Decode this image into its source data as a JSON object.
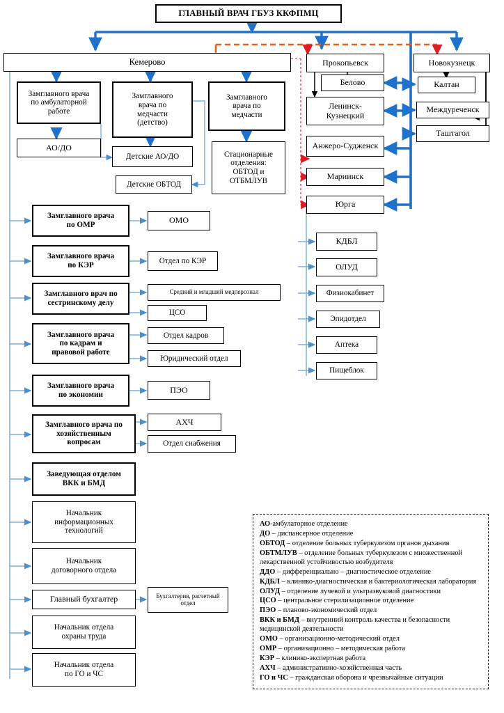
{
  "title_box": {
    "label": "ГЛАВНЫЙ ВРАЧ ГБУЗ ККФПМЦ"
  },
  "branches": {
    "kemerovo": {
      "label": "Кемерово"
    },
    "prokopyevsk": {
      "label": "Прокопьевск"
    },
    "novokuznetsk": {
      "label": "Новокузнецк"
    },
    "belovo": {
      "label": "Белово"
    },
    "kaltan": {
      "label": "Калтан"
    },
    "leninsk_kuznetsky": {
      "label": "Ленинск-\nКузнецкий"
    },
    "mezhdurechensk": {
      "label": "Междуреченск"
    },
    "anzhero_sudzhensk": {
      "label": "Анжеро-Судженск"
    },
    "tashtagol": {
      "label": "Таштагол"
    },
    "mariinsk": {
      "label": "Мариинск"
    },
    "yurga": {
      "label": "Юрга"
    }
  },
  "kemerovo_deputies": {
    "ambulatory": {
      "label": "Замглавного врача\nпо амбулаторной\nработе"
    },
    "medchast_child": {
      "label": "Замглавного\nврача по\nмедчасти\n(детство)"
    },
    "medchast": {
      "label": "Замглавного\nврача по\nмедчасти"
    },
    "ao_do": {
      "label": "АО/ДО"
    },
    "children_ao_do": {
      "label": "Детские АО/ДО"
    },
    "children_obtod": {
      "label": "Детские ОБТОД"
    },
    "inpatient": {
      "label": "Стационарные\nотделения:\nОБТОД и\nОТБМЛУВ"
    }
  },
  "deputies": [
    {
      "label": "Замглавного врача\nпо ОМР"
    },
    {
      "label": "Замглавного врача\nпо КЭР"
    },
    {
      "label": "Замглавного врач по\nсестринскому делу"
    },
    {
      "label": "Замглавного врача\nпо кадрам и\nправовой работе"
    },
    {
      "label": "Замглавного врача\nпо экономии"
    },
    {
      "label": "Замглавного врача по\nхозяйственным\nвопросам"
    },
    {
      "label": "Заведующая отделом\nВКК и БМД"
    },
    {
      "label": "Начальник\nинформационных\nтехнологий"
    },
    {
      "label": "Начальник\nдоговорного отдела"
    },
    {
      "label": "Главный бухгалтер"
    },
    {
      "label": "Начальник отдела\nохраны труда"
    },
    {
      "label": "Начальник отдела\nпо ГО и ЧС"
    }
  ],
  "deputy_units": {
    "omo": {
      "label": "ОМО"
    },
    "ker_dept": {
      "label": "Отдел по КЭР"
    },
    "nursing_staff": {
      "label": "Средний и младший медперсонал"
    },
    "cso": {
      "label": "ЦСО"
    },
    "hr_dept": {
      "label": "Отдел кадров"
    },
    "legal_dept": {
      "label": "Юридический отдел"
    },
    "peo": {
      "label": "ПЭО"
    },
    "ahch": {
      "label": "АХЧ"
    },
    "supply_dept": {
      "label": "Отдел снабжения"
    },
    "accounting": {
      "label": "Бухгалтерия, расчетный\nотдел"
    }
  },
  "services": [
    {
      "label": "КДБЛ"
    },
    {
      "label": "ОЛУД"
    },
    {
      "label": "Физиокабинет"
    },
    {
      "label": "Эпидотдел"
    },
    {
      "label": "Аптека"
    },
    {
      "label": "Пищеблок"
    }
  ],
  "legend": {
    "items": [
      {
        "term": "АО",
        "sep": "-",
        "def": "амбулаторное отделение"
      },
      {
        "term": "ДО",
        "sep": " – ",
        "def": "диспансерное отделение"
      },
      {
        "term": "ОБТОД",
        "sep": " – ",
        "def": "отделение больных туберкулезом органов дыхания"
      },
      {
        "term": "ОБТМЛУВ",
        "sep": " – ",
        "def": "отделение больных туберкулезом с множественной лекарственной устойчивостью возбудителя"
      },
      {
        "term": "ДДО",
        "sep": " – ",
        "def": "дифференциально – диагностическое отделение"
      },
      {
        "term": "КДБЛ",
        "sep": " – ",
        "def": "клинико-диагностическая и бактериологическая лаборатория"
      },
      {
        "term": "ОЛУД",
        "sep": " – ",
        "def": "отделение лучевой и ультразвуковой диагностики"
      },
      {
        "term": "ЦСО",
        "sep": " – ",
        "def": "центральное стерилизационное отделение"
      },
      {
        "term": "ПЭО",
        "sep": " – ",
        "def": "планово-экономический отдел"
      },
      {
        "term": "ВКК и БМД",
        "sep": " – ",
        "def": "внутренний контроль качества и безопасности медицинской деятельности"
      },
      {
        "term": "ОМО",
        "sep": " – ",
        "def": "организационно-методический отдел"
      },
      {
        "term": "ОМР",
        "sep": " – ",
        "def": "организационно – методическая работа"
      },
      {
        "term": "КЭР",
        "sep": " – ",
        "def": "клинико-экспертная работа"
      },
      {
        "term": "АХЧ",
        "sep": " – ",
        "def": "административно-хозяйственная часть"
      },
      {
        "term": "ГО и ЧС",
        "sep": " – ",
        "def": "гражданская оборона и чрезвычайные ситуации"
      }
    ]
  },
  "colors": {
    "connector_blue_thick": "#1F72CC",
    "connector_blue_thin": "#7FAEDB",
    "connector_orange": "#E8601C",
    "connector_red": "#D91F26",
    "connector_pink": "#E06C7A",
    "connector_black": "#000000",
    "box_border": "#000000",
    "background": "#FFFFFF"
  }
}
